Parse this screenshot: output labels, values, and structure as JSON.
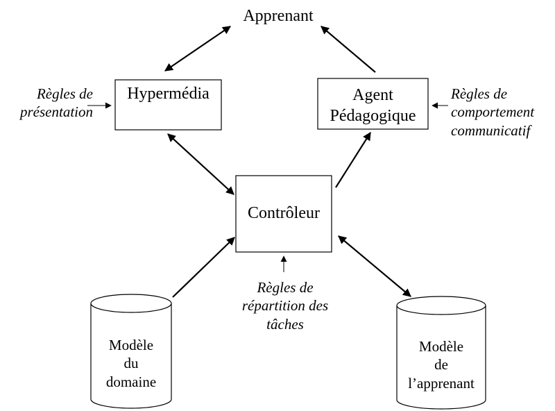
{
  "nodes": {
    "apprenant": "Apprenant",
    "hypermedia": "Hypermédia",
    "agent": [
      "Agent",
      "Pédagogique"
    ],
    "controleur": "Contrôleur",
    "modele_domaine": [
      "Modèle",
      "du",
      "domaine"
    ],
    "modele_apprenant": [
      "Modèle",
      "de",
      "l’apprenant"
    ]
  },
  "annotations": {
    "presentation": [
      "Règles de",
      "présentation"
    ],
    "comportement": [
      "Règles de",
      "comportement",
      "communicatif"
    ],
    "repartition": [
      "Règles de",
      "répartition des",
      "tâches"
    ]
  },
  "colors": {
    "stroke": "#000000",
    "background": "#ffffff"
  }
}
